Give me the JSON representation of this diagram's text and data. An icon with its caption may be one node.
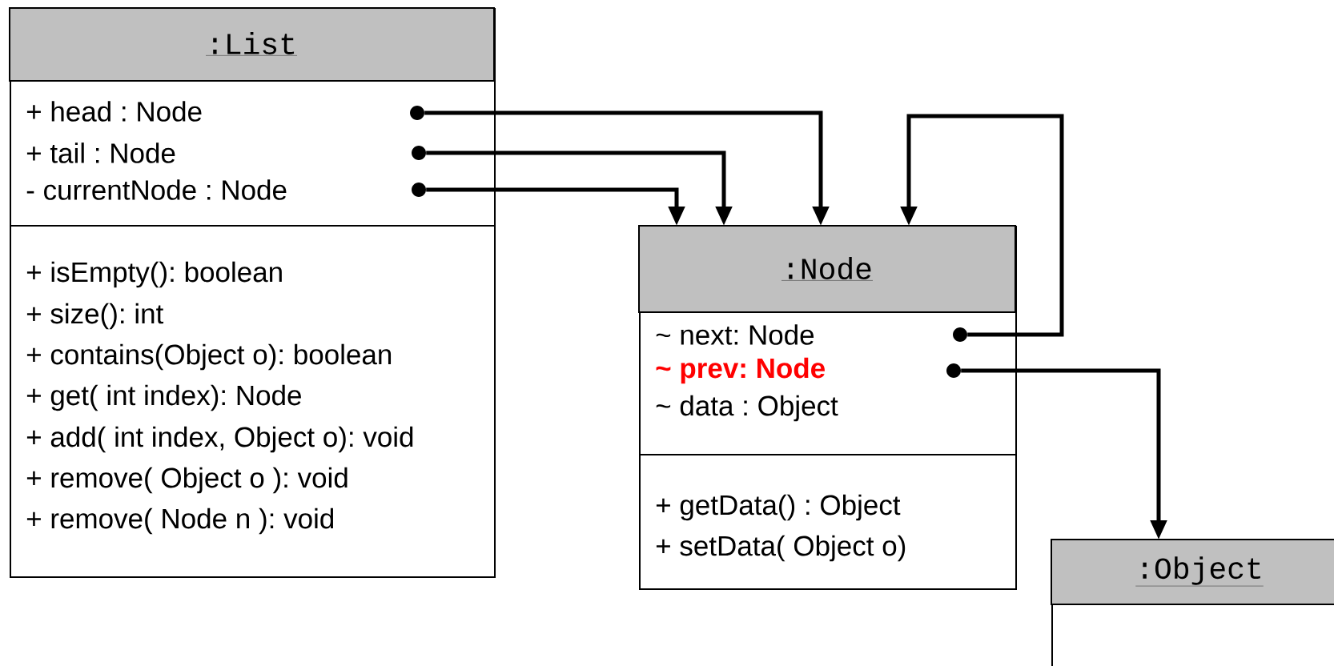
{
  "diagram": {
    "nodes": [
      {
        "text": [
          ":List",
          "+ isEmpty(): boolean",
          "+ size(): int",
          "+ contains(Object o): boolean",
          "+ get( int index): Node",
          "+ add( int index, Object o): void",
          "+ remove( Object o ): void",
          "+ remove( Node n ): void"
        ]
      },
      {
        "text": [
          "+ head : Node"
        ],
        "in": 0
      },
      {
        "text": [
          "+ tail : Node"
        ],
        "in": 0
      },
      {
        "text": [
          "- currentNode : Node"
        ],
        "in": 0
      },
      {
        "text": [],
        "shape": "circle",
        "in": 0
      },
      {
        "text": [],
        "shape": "circle",
        "in": 0
      },
      {
        "text": [],
        "shape": "circle",
        "in": 0
      },
      {
        "text": [
          ":Node",
          "+ getData() : Object",
          "+ setData( Object o)"
        ]
      },
      {
        "text": [
          "~ next: Node"
        ],
        "in": 7
      },
      {
        "text": [
          "~ prev: Node"
        ],
        "in": 7
      },
      {
        "text": [
          "~ data : Object"
        ],
        "in": 7
      },
      {
        "text": [],
        "shape": "circle",
        "in": 7
      },
      {
        "text": [],
        "shape": "circle",
        "in": 7
      },
      {
        "text": [
          ":Object"
        ]
      }
    ],
    "edges": [
      {
        "from": 4,
        "to": 7,
        "arrow": "to"
      },
      {
        "from": 5,
        "to": 7,
        "arrow": "to"
      },
      {
        "from": 6,
        "to": 7,
        "arrow": "to"
      },
      {
        "from": 11,
        "to": 7,
        "arrow": "to"
      },
      {
        "from": 12,
        "to": 13,
        "arrow": "to"
      }
    ]
  }
}
